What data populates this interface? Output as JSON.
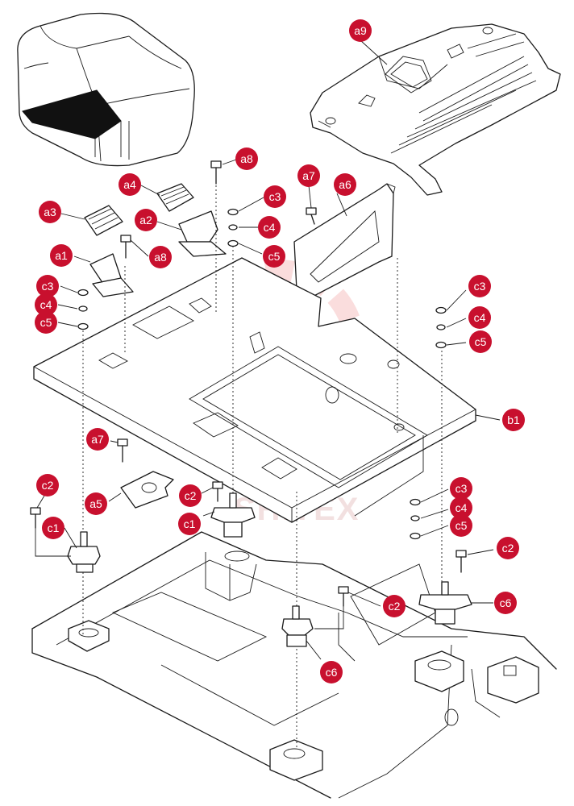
{
  "watermark": {
    "text": "SHITEX",
    "color": "#f3b3b3"
  },
  "callout_color": "#c8102e",
  "callouts": {
    "a9": "a9",
    "a8_top": "a8",
    "a4": "a4",
    "a7_top": "a7",
    "a6": "a6",
    "c3_top": "c3",
    "a3": "a3",
    "a2": "a2",
    "c4_top": "c4",
    "c5_top": "c5",
    "a1": "a1",
    "a8_mid": "a8",
    "c3_left": "c3",
    "c4_left": "c4",
    "c5_left": "c5",
    "c3_right": "c3",
    "c4_right": "c4",
    "c5_right": "c5",
    "b1": "b1",
    "a7_low": "a7",
    "a5": "a5",
    "c2_left": "c2",
    "c1_left": "c1",
    "c2_mid": "c2",
    "c1_mid": "c1",
    "c3_low": "c3",
    "c4_low": "c4",
    "c5_low": "c5",
    "c2_right": "c2",
    "c2_lower": "c2",
    "c6_right": "c6",
    "c6_low": "c6"
  }
}
